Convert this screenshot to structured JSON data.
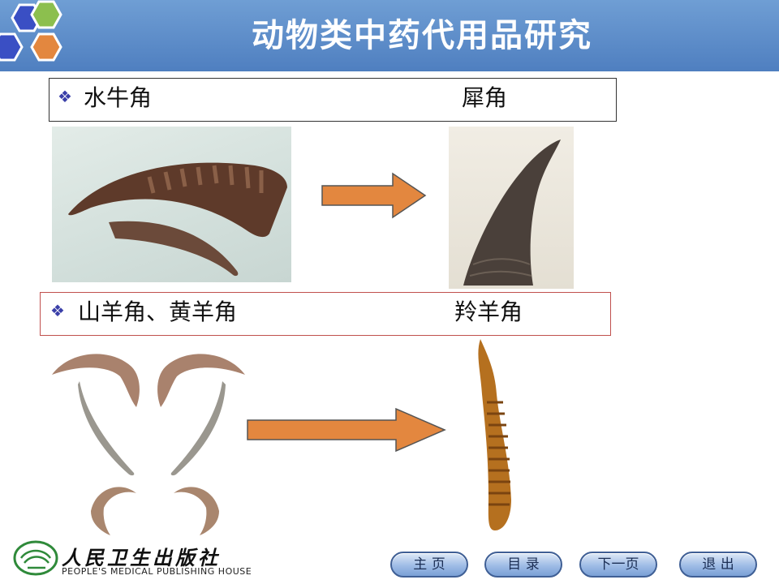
{
  "header": {
    "title": "动物类中药代用品研究"
  },
  "row1": {
    "left_label": "水牛角",
    "right_label": "犀角"
  },
  "row2": {
    "left_label": "山羊角、黄羊角",
    "right_label": "羚羊角"
  },
  "publisher": {
    "name_cn": "人民卫生出版社",
    "name_en": "PEOPLE'S MEDICAL PUBLISHING HOUSE"
  },
  "nav": {
    "home": "主 页",
    "contents": "目 录",
    "next": "下一页",
    "exit": "退 出"
  },
  "colors": {
    "title_bar": "#4f7fc0",
    "arrow": "#e3873f",
    "bullet": "#3a3fa8",
    "box2_border": "#c0504d"
  }
}
